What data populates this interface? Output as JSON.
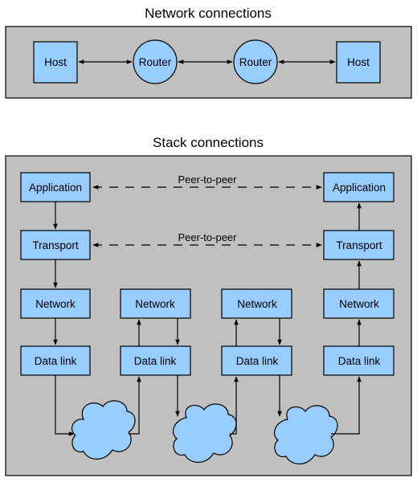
{
  "network": {
    "title": "Network connections",
    "nodes": [
      "Host",
      "Router",
      "Router",
      "Host"
    ]
  },
  "stack": {
    "title": "Stack connections",
    "peer_labels": [
      "Peer-to-peer",
      "Peer-to-peer"
    ],
    "left_host": [
      "Application",
      "Transport",
      "Network",
      "Data link"
    ],
    "router_1": [
      "Network",
      "Data link"
    ],
    "router_2": [
      "Network",
      "Data link"
    ],
    "right_host": [
      "Application",
      "Transport",
      "Network",
      "Data link"
    ]
  },
  "colors": {
    "box_fill": "#99ccff",
    "panel_fill": "#c0c0c0",
    "outline": "#000000"
  }
}
